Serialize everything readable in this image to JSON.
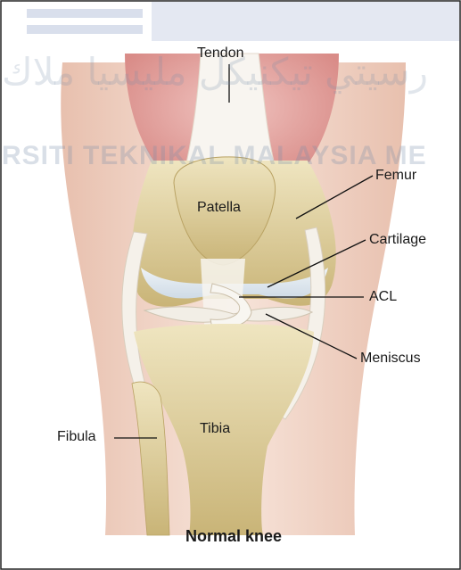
{
  "diagram": {
    "title": "Normal knee",
    "labels": {
      "tendon": "Tendon",
      "patella": "Patella",
      "femur": "Femur",
      "cartilage": "Cartilage",
      "acl": "ACL",
      "meniscus": "Meniscus",
      "fibula": "Fibula",
      "tibia": "Tibia"
    }
  },
  "watermark": {
    "latin": "RSITI TEKNIKAL MALAYSIA ME",
    "arabic": "رسيتي تيكنيكل مليسيا ملاك"
  },
  "colors": {
    "skin": "#f3d9cc",
    "skin_shadow": "#e8bfae",
    "muscle": "#e7a9a6",
    "bone": "#e9dcae",
    "bone_dark": "#cbb67a",
    "cartilage": "#dfe8f0",
    "tendon": "#f7f4ef",
    "text": "#1a1a1a"
  }
}
